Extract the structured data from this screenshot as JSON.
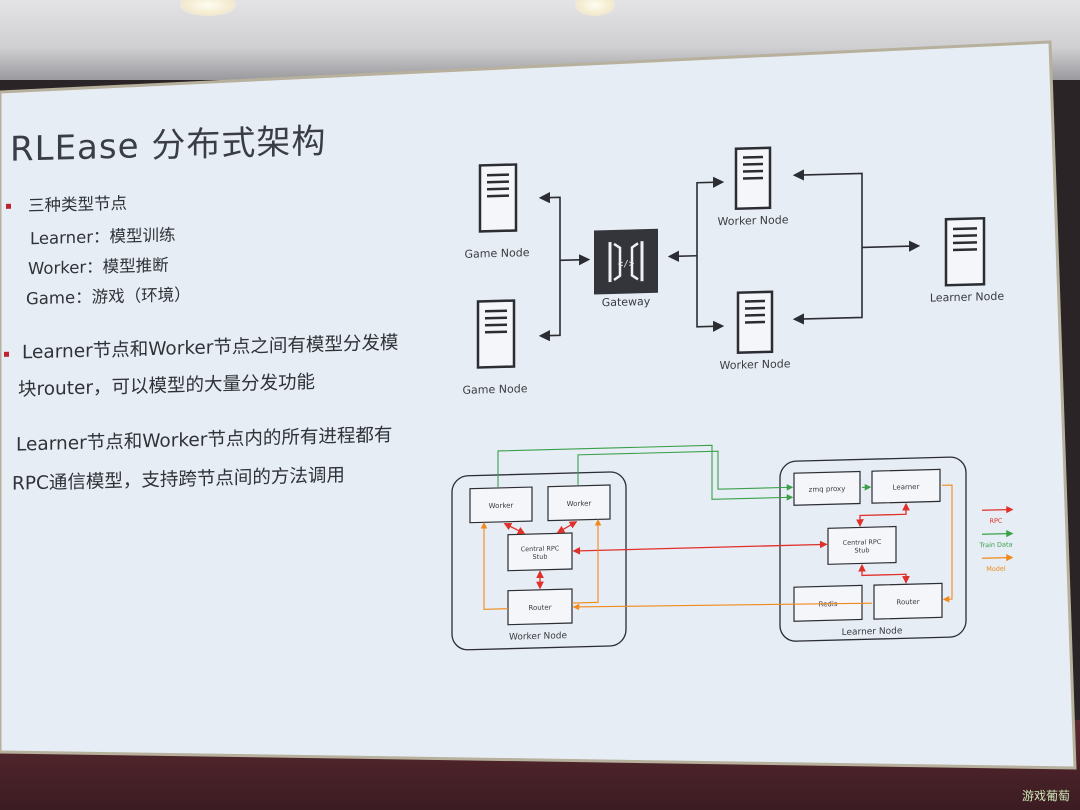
{
  "slide": {
    "title": "RLEase 分布式架构",
    "bullet1": "三种类型节点",
    "node_types": [
      "Learner：模型训练",
      "Worker：模型推断",
      "Game：游戏（环境）"
    ],
    "bullet2_line1": "Learner节点和Worker节点之间有模型分发模",
    "bullet2_line2": "块router，可以模型的大量分发功能",
    "bullet3_line1": "Learner节点和Worker节点内的所有进程都有",
    "bullet3_line2": "RPC通信模型，支持跨节点间的方法调用",
    "accent_color": "#c0242f"
  },
  "top_diagram": {
    "game_node_1": "Game Node",
    "game_node_2": "Game Node",
    "gateway": "Gateway",
    "gateway_icon": "code-brackets-icon",
    "worker_node_1": "Worker Node",
    "worker_node_2": "Worker Node",
    "learner_node": "Learner Node",
    "server_icon": "server-icon"
  },
  "bottom_diagram": {
    "worker_group_label": "Worker Node",
    "worker_1": "Worker",
    "worker_2": "Worker",
    "worker_stub": "Central RPC\nStub",
    "worker_router": "Router",
    "learner_group_label": "Learner Node",
    "zmq_proxy": "zmq proxy",
    "learner": "Learner",
    "learner_stub": "Central RPC\nStub",
    "redis": "Redis",
    "learner_router": "Router",
    "legend": [
      {
        "label": "RPC",
        "color": "#e0302a"
      },
      {
        "label": "Train Data",
        "color": "#3aa04a"
      },
      {
        "label": "Model",
        "color": "#f08a1c"
      }
    ]
  },
  "watermark": "游戏葡萄"
}
